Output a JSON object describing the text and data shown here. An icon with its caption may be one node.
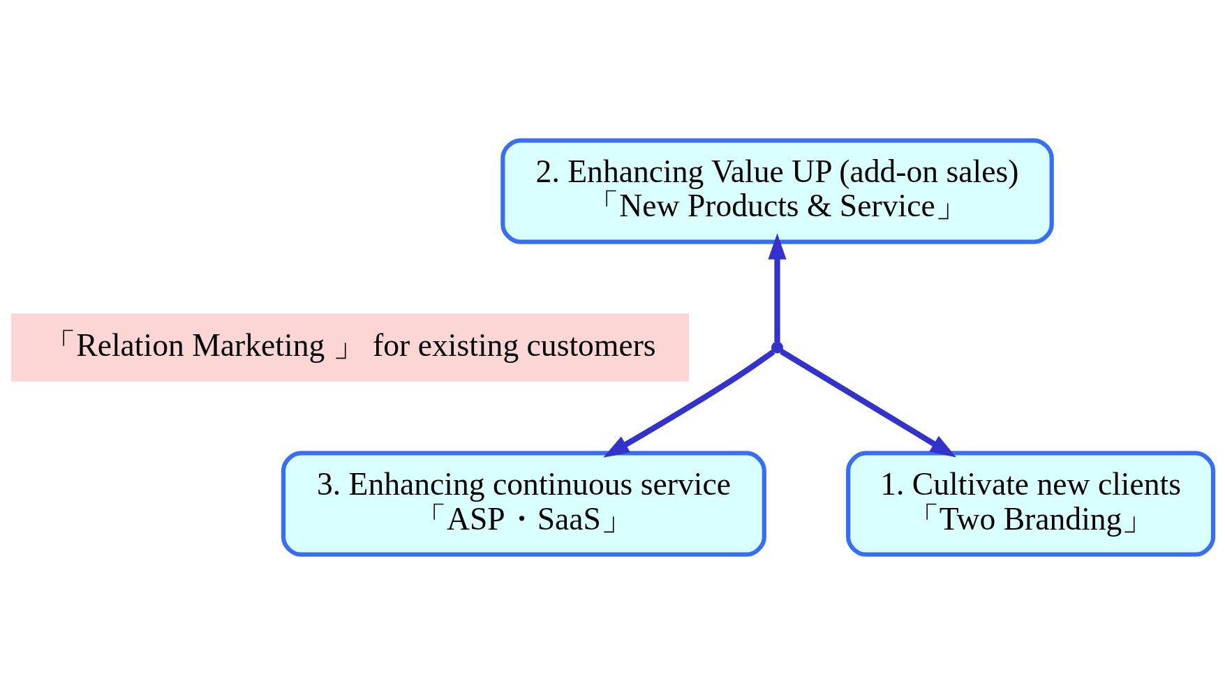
{
  "diagram": {
    "nodes": [
      {
        "text": [
          "2. Enhancing Value UP (add-on sales)",
          "「New Products & Service」"
        ]
      },
      {
        "text": [
          "「Relation Marketing 」 for existing customers"
        ]
      },
      {
        "text": [
          "1. Cultivate new clients",
          "「Two Branding」"
        ]
      },
      {
        "text": [
          "3. Enhancing continuous service",
          "「ASP・SaaS」"
        ]
      },
      {
        "text": [],
        "shape": "junction"
      }
    ],
    "edges": [
      {
        "from": 4,
        "to": 0,
        "arrow": "to"
      },
      {
        "from": 4,
        "to": 2,
        "arrow": "to"
      },
      {
        "from": 4,
        "to": 3,
        "arrow": "to"
      }
    ]
  }
}
